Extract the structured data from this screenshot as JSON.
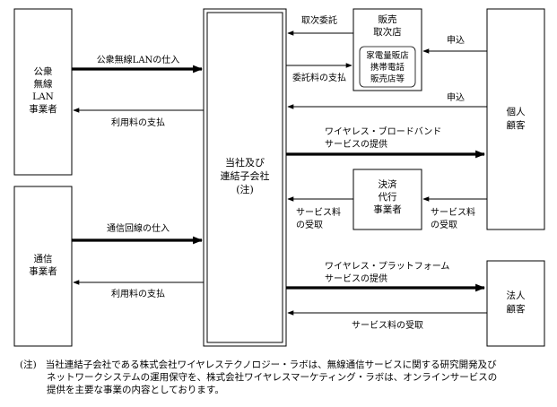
{
  "entities": {
    "public_wireless": [
      "公衆",
      "無線",
      "LAN",
      "事業者"
    ],
    "telecom": [
      "通信",
      "事業者"
    ],
    "company": [
      "当社及び",
      "連結子会社",
      "(注)"
    ],
    "dealer": [
      "販売",
      "取次店"
    ],
    "dealer_examples": [
      "家電量販店",
      "携帯電話",
      "販売店等"
    ],
    "settlement": [
      "決済",
      "代行",
      "事業者"
    ],
    "individual": [
      "個人",
      "顧客"
    ],
    "corporate": [
      "法人",
      "顧客"
    ]
  },
  "flows": {
    "lan_purchase": "公衆無線LANの仕入",
    "lan_fee": "利用料の支払",
    "line_purchase": "通信回線の仕入",
    "line_fee": "利用料の支払",
    "agency_commission": "取次委託",
    "consignment_fee": "委託料の支払",
    "dealer_application": "申込",
    "direct_application": "申込",
    "broadband_service": [
      "ワイヤレス・ブロードバンド",
      "サービスの提供"
    ],
    "service_fee_receipt_company": [
      "サービス料",
      "の受取"
    ],
    "service_fee_receipt_settlement": [
      "サービス料",
      "の受取"
    ],
    "platform_service": [
      "ワイヤレス・プラットフォーム",
      "サービスの提供"
    ],
    "corporate_fee_receipt": "サービス料の受取"
  },
  "footnote": {
    "marker": "(注)",
    "lines": [
      "当社連結子会社である株式会社ワイヤレステクノロジー・ラボは、無線通信サービスに関する研究開発及び",
      "ネットワークシステムの運用保守を、株式会社ワイヤレスマーケティング・ラボは、オンラインサービスの",
      "提供を主要な事業の内容としております。"
    ]
  }
}
